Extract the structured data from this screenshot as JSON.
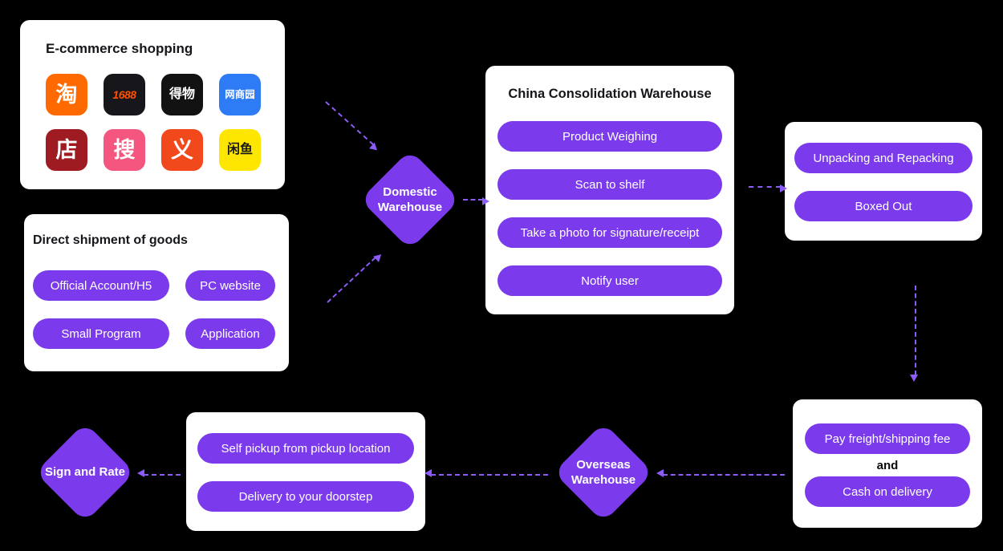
{
  "colors": {
    "background": "#000000",
    "accent_purple": "#7C3AED",
    "arrow_purple": "#8B5CF6",
    "card_white": "#FFFFFF"
  },
  "ecommerce_card": {
    "title": "E-commerce shopping",
    "apps": [
      {
        "name": "taobao",
        "glyph": "淘",
        "bg": "#FF6A00",
        "fg": "#FFFFFF"
      },
      {
        "name": "alibaba-1688",
        "glyph": "1688",
        "bg": "#17171B",
        "fg": "#FF5000"
      },
      {
        "name": "dewu",
        "glyph": "得物",
        "bg": "#121212",
        "fg": "#FFFFFF"
      },
      {
        "name": "wangshangyuan",
        "glyph": "网商园",
        "bg": "#2E7BF6",
        "fg": "#FFFFFF"
      },
      {
        "name": "weidian",
        "glyph": "店",
        "bg": "#9E1B22",
        "fg": "#FFFFFF"
      },
      {
        "name": "sou",
        "glyph": "搜",
        "bg": "#F4567F",
        "fg": "#FFFFFF"
      },
      {
        "name": "yiwugo",
        "glyph": "义",
        "bg": "#F2491C",
        "fg": "#FFFFFF"
      },
      {
        "name": "xianyu",
        "glyph": "闲鱼",
        "bg": "#FFE600",
        "fg": "#1A1A1A"
      }
    ]
  },
  "direct_card": {
    "title": "Direct shipment of goods",
    "pills": [
      "Official Account/H5",
      "PC website",
      "Small Program",
      "Application"
    ]
  },
  "domestic_diamond": {
    "label": "Domestic Warehouse"
  },
  "consolidation_card": {
    "title": "China Consolidation Warehouse",
    "pills": [
      "Product Weighing",
      "Scan to shelf",
      "Take a photo for signature/receipt",
      "Notify user"
    ]
  },
  "unpacking_card": {
    "pills": [
      "Unpacking and Repacking",
      "Boxed Out"
    ]
  },
  "payment_card": {
    "pill_top": "Pay freight/shipping fee",
    "connector": "and",
    "pill_bottom": "Cash on delivery"
  },
  "overseas_diamond": {
    "label": "Overseas Warehouse"
  },
  "delivery_card": {
    "pills": [
      "Self pickup from pickup location",
      "Delivery to your doorstep"
    ]
  },
  "sign_diamond": {
    "label": "Sign and Rate"
  }
}
